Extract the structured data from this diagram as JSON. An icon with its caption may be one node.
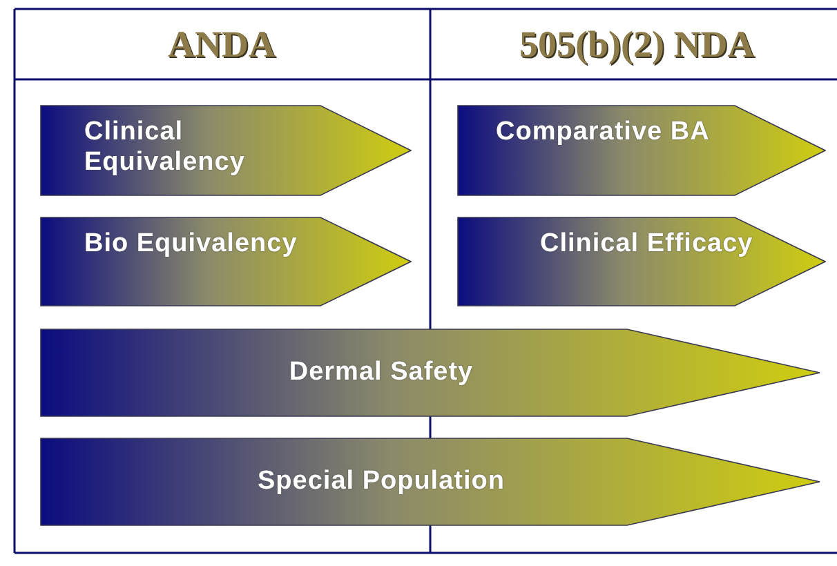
{
  "diagram": {
    "nodes": [
      {
        "text": [
          "Clinical Equivalency"
        ]
      },
      {
        "text": [
          "Comparative BA"
        ]
      },
      {
        "text": [
          "Bio Equivalency"
        ]
      },
      {
        "text": [
          "Clinical Efficacy"
        ]
      },
      {
        "text": [
          "Dermal Safety"
        ]
      },
      {
        "text": [
          "Special Population"
        ]
      }
    ],
    "labels": [
      "ANDA",
      "505(b)(2) NDA"
    ]
  }
}
